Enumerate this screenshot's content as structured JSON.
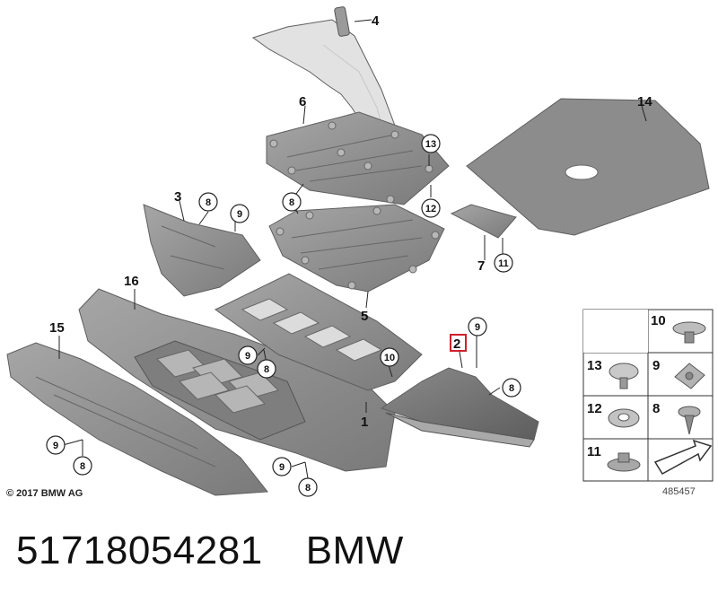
{
  "labels": {
    "l1": "1",
    "l2": "2",
    "l3": "3",
    "l4": "4",
    "l5": "5",
    "l6": "6",
    "l7": "7",
    "l14": "14",
    "l15": "15",
    "l16": "16"
  },
  "callouts": {
    "c8": "8",
    "c9": "9",
    "c10": "10",
    "c11": "11",
    "c12": "12",
    "c13": "13"
  },
  "fastener_grid": {
    "g10": "10",
    "g13": "13",
    "g9": "9",
    "g12": "12",
    "g8": "8",
    "g11": "11"
  },
  "copyright": "© 2017 BMW AG",
  "diagram_ref": "485457",
  "footer": {
    "part_number": "51718054281",
    "brand": "BMW"
  },
  "colors": {
    "part_fill": "#8f8f8f",
    "part_dark": "#6f6f6f",
    "wheel_arch": "#e2e2e2",
    "highlight_box": "#d0202a"
  }
}
